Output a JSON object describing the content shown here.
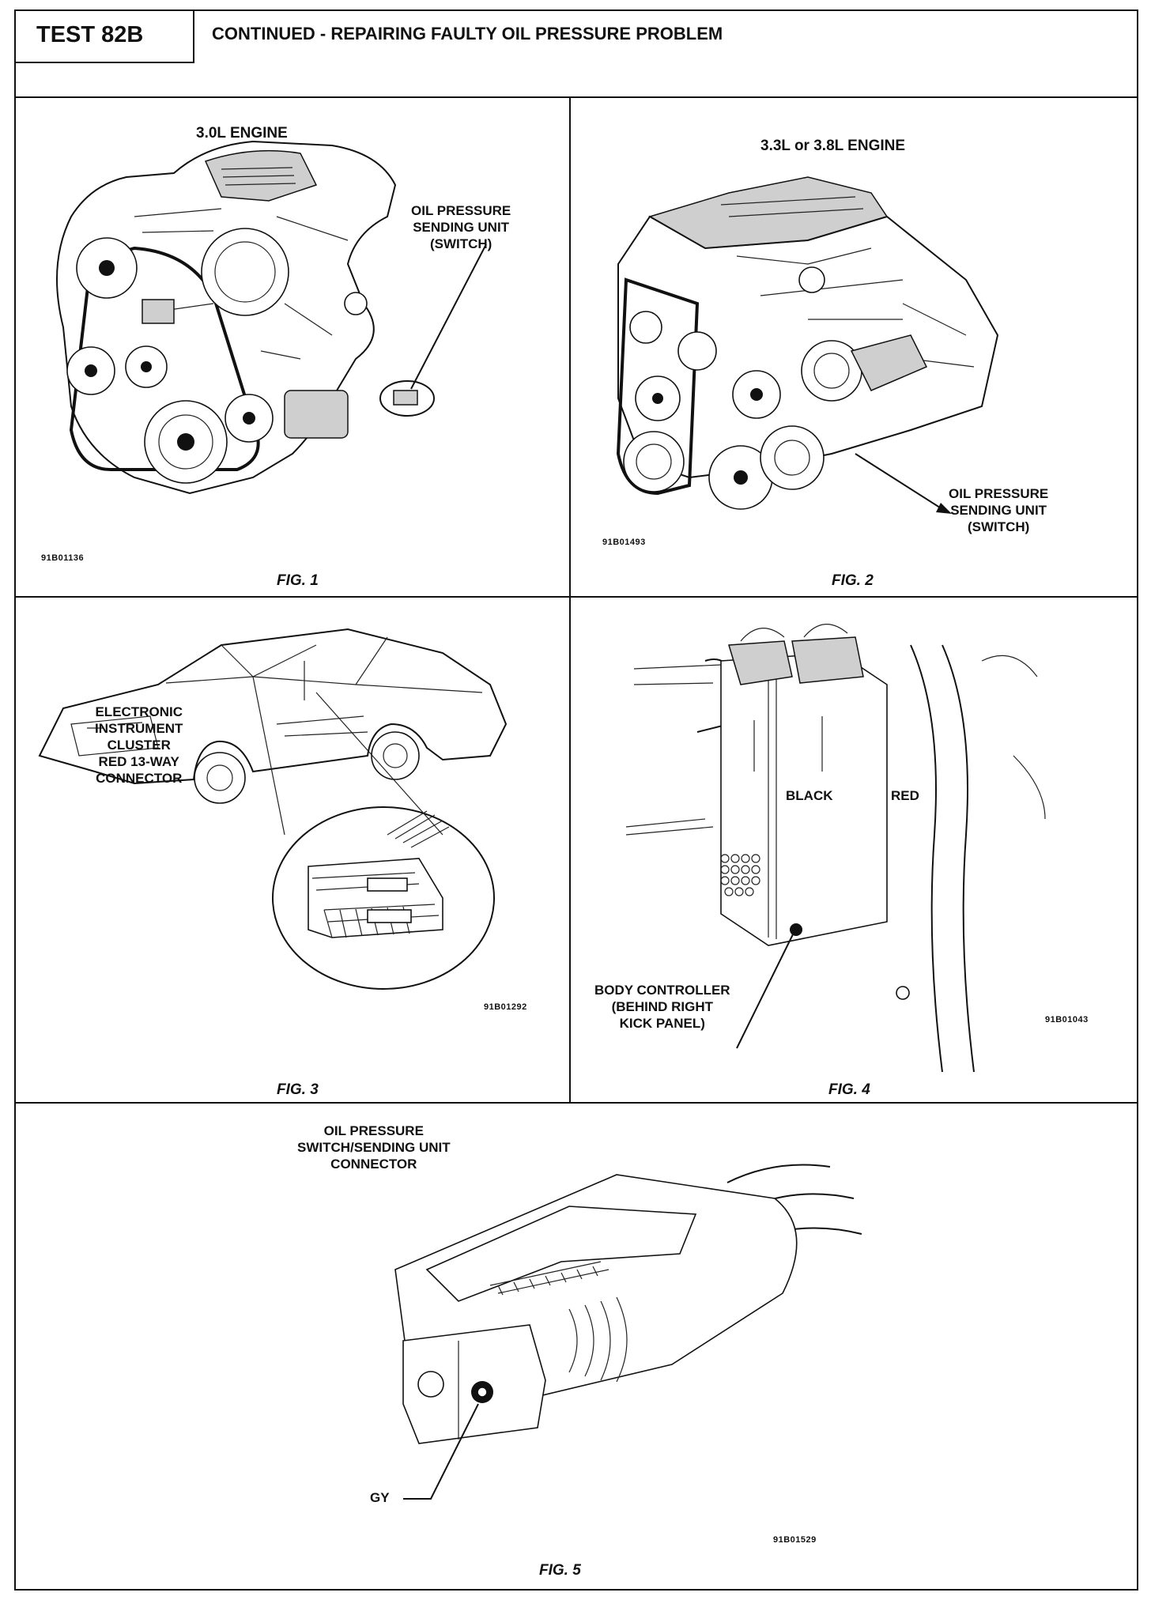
{
  "header": {
    "test_tag": "TEST 82B",
    "title": "CONTINUED - REPAIRING FAULTY OIL PRESSURE PROBLEM"
  },
  "figures": [
    {
      "heading": "3.0L ENGINE",
      "callout": [
        "OIL PRESSURE",
        "SENDING UNIT",
        "(SWITCH)"
      ],
      "code": "91B01136",
      "caption": "FIG. 1"
    },
    {
      "heading": "3.3L or 3.8L ENGINE",
      "callout": [
        "OIL PRESSURE",
        "SENDING UNIT",
        "(SWITCH)"
      ],
      "code": "91B01493",
      "caption": "FIG. 2"
    },
    {
      "callout": [
        "ELECTRONIC",
        "INSTRUMENT",
        "CLUSTER",
        "RED 13-WAY",
        "CONNECTOR"
      ],
      "code": "91B01292",
      "caption": "FIG. 3"
    },
    {
      "labels": {
        "black": "BLACK",
        "red": "RED"
      },
      "callout": [
        "BODY CONTROLLER",
        "(BEHIND RIGHT",
        "KICK PANEL)"
      ],
      "code": "91B01043",
      "caption": "FIG. 4"
    },
    {
      "callout": [
        "OIL PRESSURE",
        "SWITCH/SENDING UNIT",
        "CONNECTOR"
      ],
      "wire_label": "GY",
      "code": "91B01529",
      "caption": "FIG. 5"
    }
  ]
}
